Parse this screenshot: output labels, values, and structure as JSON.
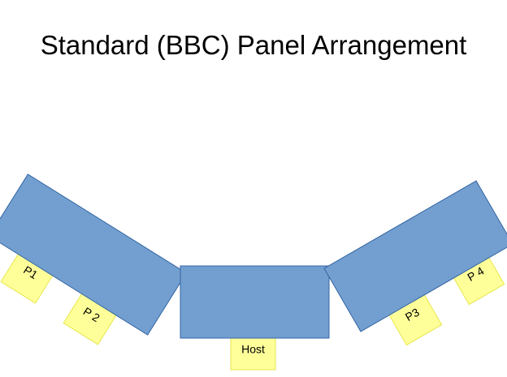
{
  "title": "Standard (BBC) Panel Arrangement",
  "colors": {
    "desk_fill": "#729fcf",
    "desk_stroke": "#3465a4",
    "seat_fill": "#ffff99",
    "seat_stroke": "#e6e64c"
  },
  "seats": {
    "p1": "P1",
    "p2": "P 2",
    "host": "Host",
    "p3": "P3",
    "p4": "P 4"
  }
}
